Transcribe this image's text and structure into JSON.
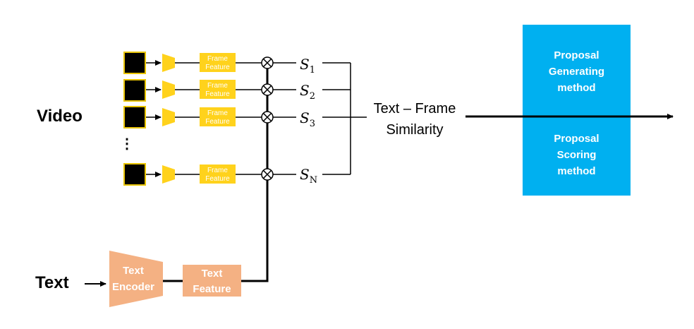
{
  "labels": {
    "video": "Video",
    "text": "Text",
    "frame_feature_line1": "Frame",
    "frame_feature_line2": "Feature",
    "text_encoder_line1": "Text",
    "text_encoder_line2": "Encoder",
    "text_feature_line1": "Text",
    "text_feature_line2": "Feature",
    "similarity_line1": "Text – Frame",
    "similarity_line2": "Similarity",
    "proposal_generating_line1": "Proposal",
    "proposal_generating_line2": "Generating",
    "proposal_generating_line3": "method",
    "proposal_scoring_line1": "Proposal",
    "proposal_scoring_line2": "Scoring",
    "proposal_scoring_line3": "method",
    "ellipsis": "⋮"
  },
  "scores": [
    {
      "base": "S",
      "sub": "1"
    },
    {
      "base": "S",
      "sub": "2"
    },
    {
      "base": "S",
      "sub": "3"
    },
    {
      "base": "S",
      "sub": "N"
    }
  ],
  "colors": {
    "frame_border": "#e8c400",
    "frame_feature": "#ffd21c",
    "encoder": "#f4b183",
    "proposal": "#00b0f0",
    "line": "#000000"
  }
}
